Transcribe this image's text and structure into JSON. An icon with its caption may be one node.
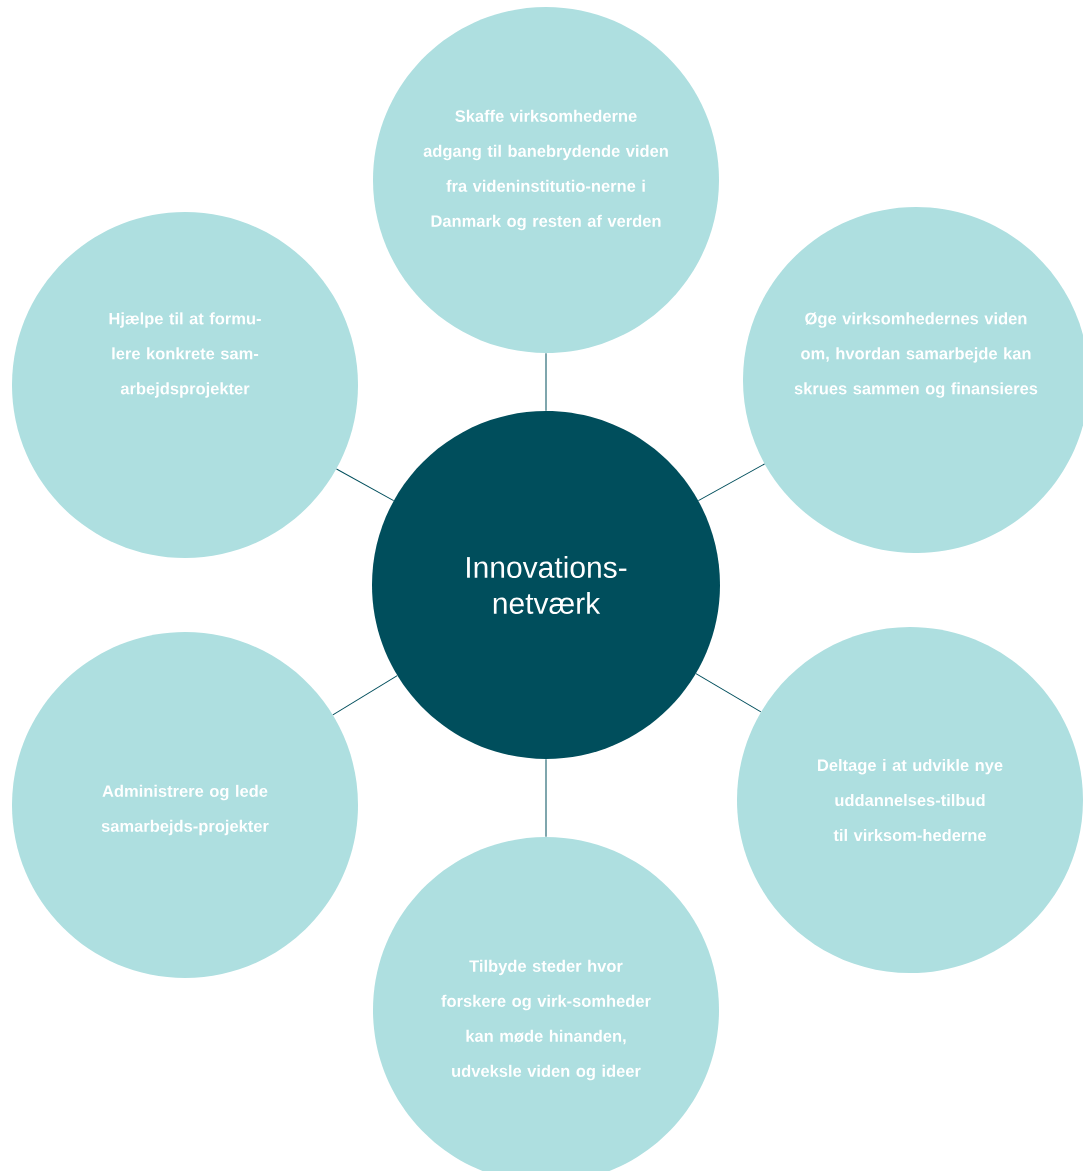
{
  "diagram": {
    "nodes": [
      {
        "text": [
          "Skaffe virksomhederne adgang til banebrydende viden fra videninstitutio-nerne i Danmark og resten af verden"
        ]
      },
      {
        "text": [
          "Hjælpe til at formu-lere konkrete sam-arbejdsprojekter"
        ]
      },
      {
        "text": [
          "Øge virksomhedernes viden om, hvordan samarbejde kan skrues sammen og finansieres"
        ]
      },
      {
        "text": [
          "Innovations-netværk"
        ]
      },
      {
        "text": [
          "Administrere og lede samarbejds-projekter"
        ]
      },
      {
        "text": [
          "Deltage i at udvikle nye uddannelses-tilbud til virksom-hederne"
        ]
      },
      {
        "text": [
          "Tilbyde steder hvor forskere og virk-somheder kan møde hinanden, udveksle viden og ideer"
        ]
      }
    ],
    "edges": [
      {
        "from": 3,
        "to": 0,
        "arrow": "none"
      },
      {
        "from": 3,
        "to": 2,
        "arrow": "none"
      },
      {
        "from": 3,
        "to": 5,
        "arrow": "none"
      },
      {
        "from": 3,
        "to": 6,
        "arrow": "none"
      },
      {
        "from": 3,
        "to": 4,
        "arrow": "none"
      },
      {
        "from": 3,
        "to": 1,
        "arrow": "none"
      }
    ]
  }
}
